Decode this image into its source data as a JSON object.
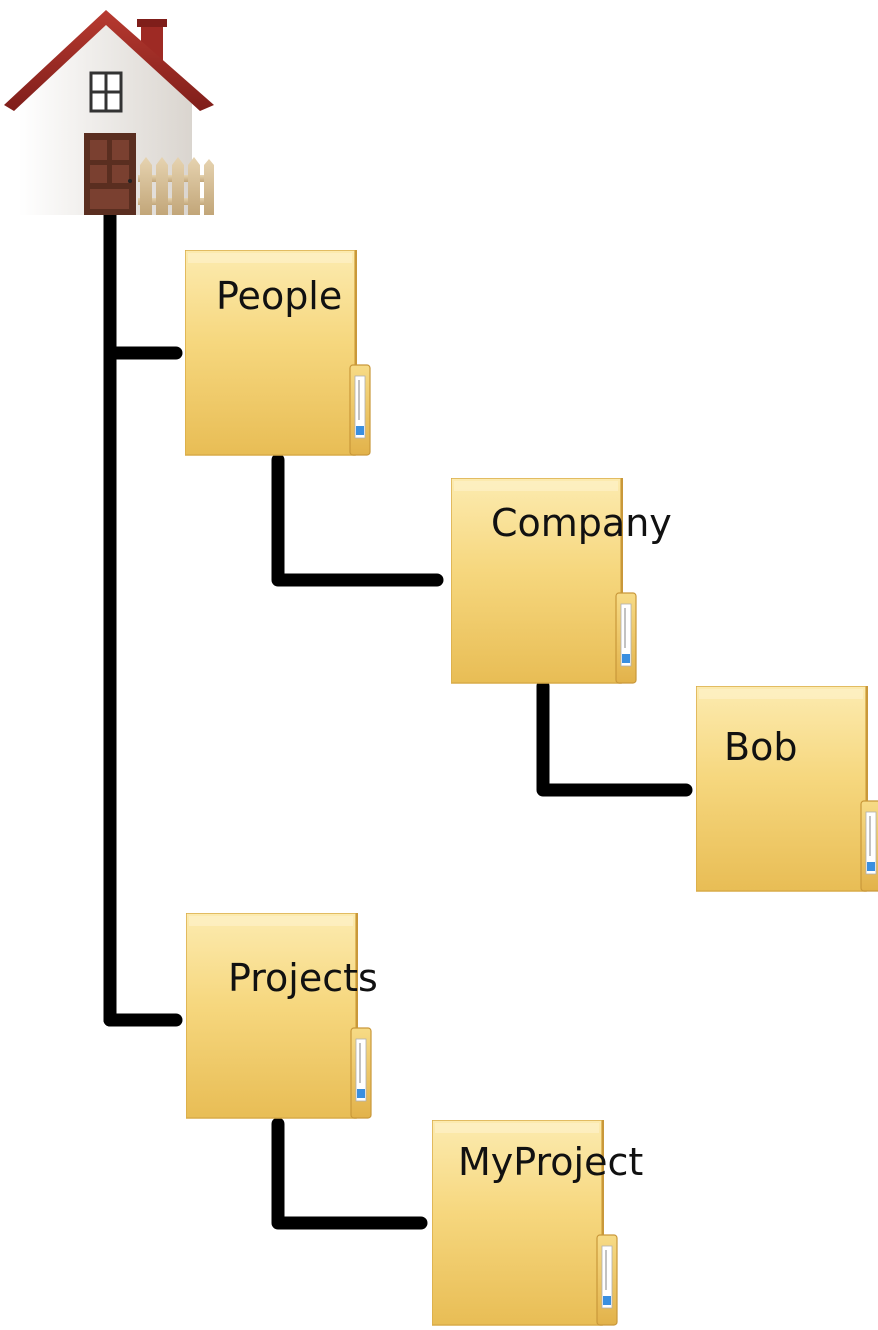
{
  "root": {
    "icon": "house-icon"
  },
  "folders": [
    {
      "id": "people",
      "label": "People",
      "icon": "folder-icon"
    },
    {
      "id": "company",
      "label": "Company",
      "icon": "folder-icon"
    },
    {
      "id": "bob",
      "label": "Bob",
      "icon": "folder-icon"
    },
    {
      "id": "projects",
      "label": "Projects",
      "icon": "folder-icon"
    },
    {
      "id": "myproject",
      "label": "MyProject",
      "icon": "folder-icon"
    }
  ],
  "colors": {
    "connector": "#000000",
    "folder_light": "#FBE7A0",
    "folder_dark": "#E9BE55",
    "folder_edge": "#D7A63D",
    "roof": "#9E2A24",
    "wall": "#F1EEEA",
    "door": "#5A2E20"
  }
}
